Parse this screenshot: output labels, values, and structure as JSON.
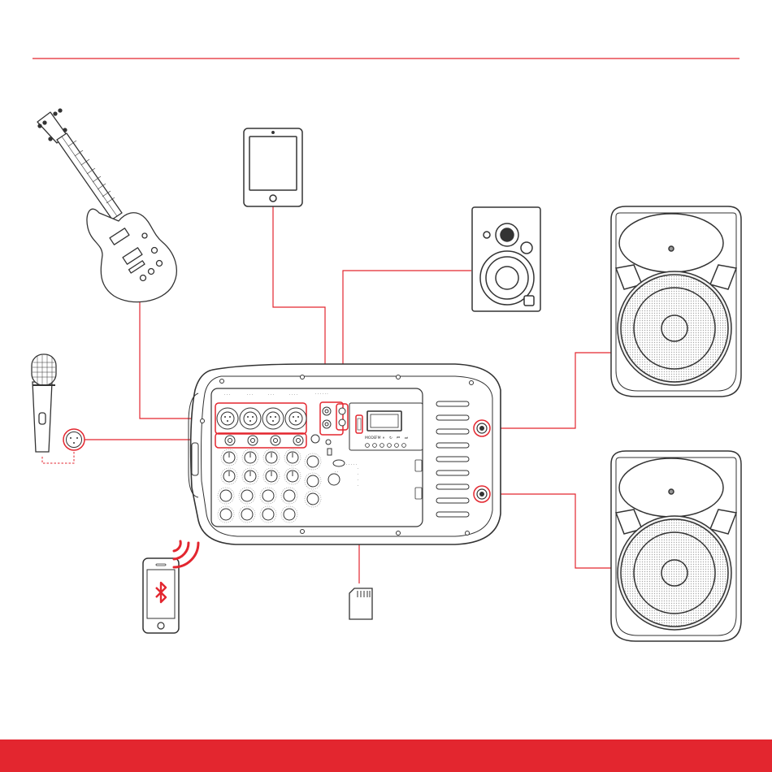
{
  "colors": {
    "accent": "#e3262f",
    "stroke": "#333333",
    "footer": "#e3262f",
    "background": "#ffffff"
  },
  "header": {
    "divider": "red-horizontal-rule"
  },
  "devices": {
    "guitar": {
      "icon": "electric-guitar-icon"
    },
    "tablet": {
      "icon": "tablet-icon"
    },
    "studio_monitor": {
      "icon": "studio-monitor-icon"
    },
    "microphone": {
      "icon": "microphone-icon"
    },
    "xlr_plug": {
      "icon": "xlr-connector-icon"
    },
    "phone": {
      "icon": "smartphone-bluetooth-icon"
    },
    "bluetooth_waves": {
      "icon": "wireless-signal-icon"
    },
    "sd_card": {
      "icon": "micro-sd-card-icon"
    },
    "speaker_top": {
      "icon": "pa-speaker-icon"
    },
    "speaker_bottom": {
      "icon": "pa-speaker-icon"
    }
  },
  "mixer": {
    "icon": "portable-pa-mixer-icon",
    "player_buttons": [
      "MODE",
      "FM",
      "⏸",
      "↻",
      "⏮",
      "⏭"
    ]
  },
  "footer": {
    "band": "red-footer-band"
  }
}
